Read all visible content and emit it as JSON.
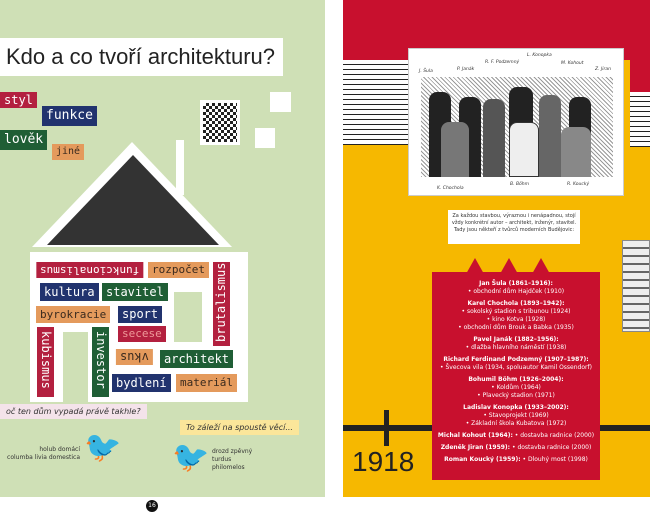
{
  "left_page": {
    "title": "Kdo a co tvoří architekturu?",
    "top_tags": [
      "styl",
      "funkce",
      "lověk",
      "jiné"
    ],
    "house_tags": [
      "funkcionalismus",
      "rozpočet",
      "kultura",
      "stavitel",
      "byrokracie",
      "sport",
      "secese",
      "kubismus",
      "investor",
      "brutalismus",
      "vkus",
      "architekt",
      "bydlení",
      "materiál"
    ],
    "pigeon_question": "oč ten dům vypadá právě takhle?",
    "pigeon_caption": [
      "holub domácí",
      "columba livia domestica"
    ],
    "thrush_answer": "To záleží na spoustě věcí...",
    "thrush_caption": [
      "drozd zpěvný",
      "turdus philomelos"
    ],
    "page_number": "16"
  },
  "right_page": {
    "photo_names": [
      "J. Šula",
      "P. Janák",
      "R. F. Podzemný",
      "L. Konopka",
      "M. Kohout",
      "Z. Jiran",
      "K. Chochola",
      "B. Böhm",
      "R. Koucký"
    ],
    "intro": "Za každou stavbou, výraznou i nenápadnou, stojí vždy konkrétní autor – architekt, inženýr, stavitel. Tady jsou někteří z tvůrců moderních Budějovic:",
    "year": "1918",
    "architects": [
      {
        "name": "Jan Šula (1861–1916):",
        "works": [
          "• obchodní dům Hajdček (1910)"
        ]
      },
      {
        "name": "Karel Chochola (1893–1942):",
        "works": [
          "• sokolský stadion s tribunou (1924)",
          "• kino Kotva (1928)",
          "• obchodní dům Brouk a Babka (1935)"
        ]
      },
      {
        "name": "Pavel Janák (1882–1956):",
        "works": [
          "• dlažba hlavního náměstí (1938)"
        ]
      },
      {
        "name": "Richard Ferdinand Podzemný (1907–1987):",
        "works": [
          "• Švecova vila (1934, spoluautor Kamil Ossendorf)"
        ]
      },
      {
        "name": "Bohumil Böhm (1926–2004):",
        "works": [
          "• Koldům (1964)",
          "• Plavecký stadion (1971)"
        ]
      },
      {
        "name": "Ladislav Konopka (1933–2002):",
        "works": [
          "• Stavoprojekt (1969)",
          "• Základní škola Kubatova (1972)"
        ]
      },
      {
        "name": "Michal Kohout (1964):",
        "works": [
          "• dostavba radnice (2000)"
        ],
        "inline": true
      },
      {
        "name": "Zdeněk Jiran (1959):",
        "works": [
          "• dostavba radnice (2000)"
        ],
        "inline": true
      },
      {
        "name": "Roman Koucký (1959):",
        "works": [
          "• Dlouhý most (1998)"
        ],
        "inline": true
      }
    ]
  }
}
